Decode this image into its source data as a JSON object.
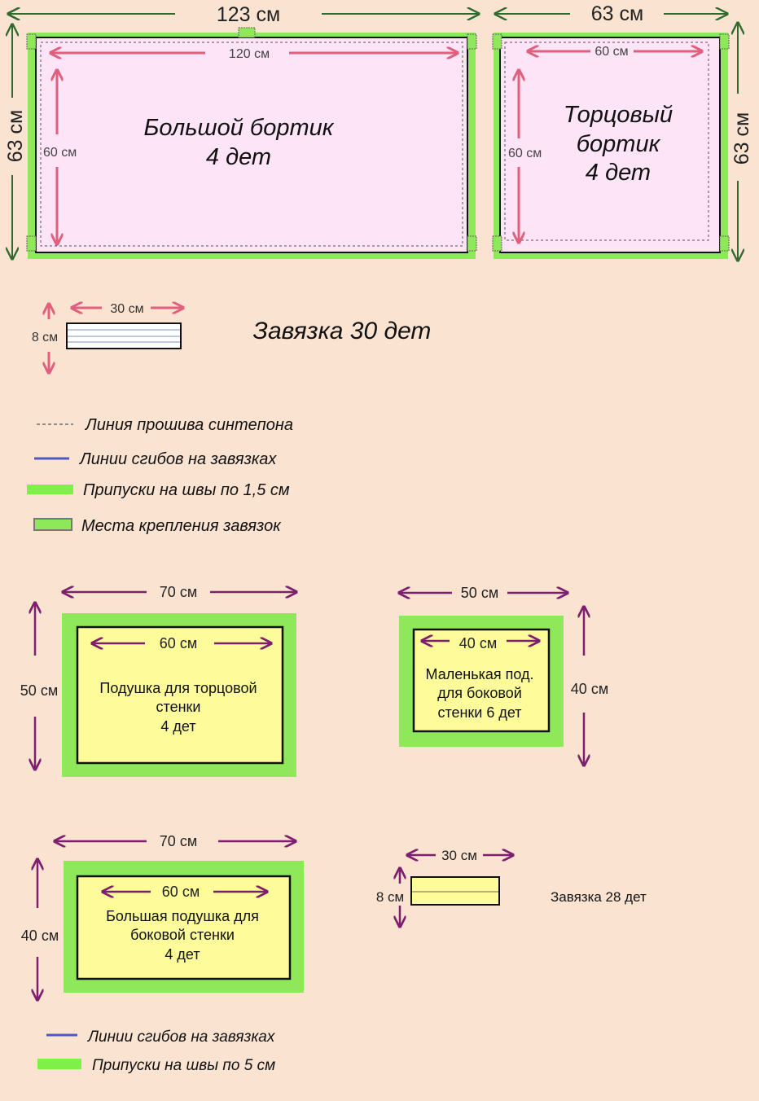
{
  "colors": {
    "background": "#fbe3d2",
    "seam_green": "#8fe85a",
    "panel_pink": "#fde4f7",
    "pillow_yellow": "#fdfb9a",
    "fold_blue": "#4a5bbf",
    "arrow_red": "#e0607e",
    "arrow_purple": "#7d1e6e",
    "arrow_green": "#2f6b2f"
  },
  "big_side": {
    "width_outer": "123 см",
    "height_outer": "63 см",
    "width_inner": "120 см",
    "height_inner": "60 см",
    "title": "Большой бортик",
    "count": "4 дет"
  },
  "end_side": {
    "width_outer": "63 см",
    "height_outer": "63 см",
    "width_inner": "60 см",
    "height_inner": "60 см",
    "title_1": "Торцовый",
    "title_2": "бортик",
    "count": "4 дет"
  },
  "tie_1": {
    "width": "30 см",
    "height": "8 см",
    "label": "Завязка 30 дет"
  },
  "legend_1": [
    {
      "icon": "dashed-line",
      "label": "Линия прошива синтепона"
    },
    {
      "icon": "blue-line",
      "label": "Линии сгибов на завязках"
    },
    {
      "icon": "green-bar",
      "label": "Припуски на швы по 1,5 см"
    },
    {
      "icon": "green-box",
      "label": "Места крепления завязок"
    }
  ],
  "pillow_end": {
    "width_outer": "70 см",
    "height_outer": "50 см",
    "width_inner": "60 см",
    "line_1": "Подушка для торцовой",
    "line_2": "стенки",
    "line_3": "4 дет"
  },
  "pillow_small": {
    "width_outer": "50 см",
    "height_outer": "40 см",
    "width_inner": "40 см",
    "line_1": "Маленькая под.",
    "line_2": "для боковой",
    "line_3": "стенки 6 дет"
  },
  "pillow_big": {
    "width_outer": "70 см",
    "height_outer": "40 см",
    "width_inner": "60 см",
    "line_1": "Большая подушка для",
    "line_2": "боковой стенки",
    "line_3": "4 дет"
  },
  "tie_2": {
    "width": "30 см",
    "height": "8 см",
    "label": "Завязка 28 дет"
  },
  "legend_2": [
    {
      "icon": "blue-line",
      "label": "Линии сгибов на завязках"
    },
    {
      "icon": "green-bar",
      "label": "Припуски на швы по 5 см"
    }
  ]
}
